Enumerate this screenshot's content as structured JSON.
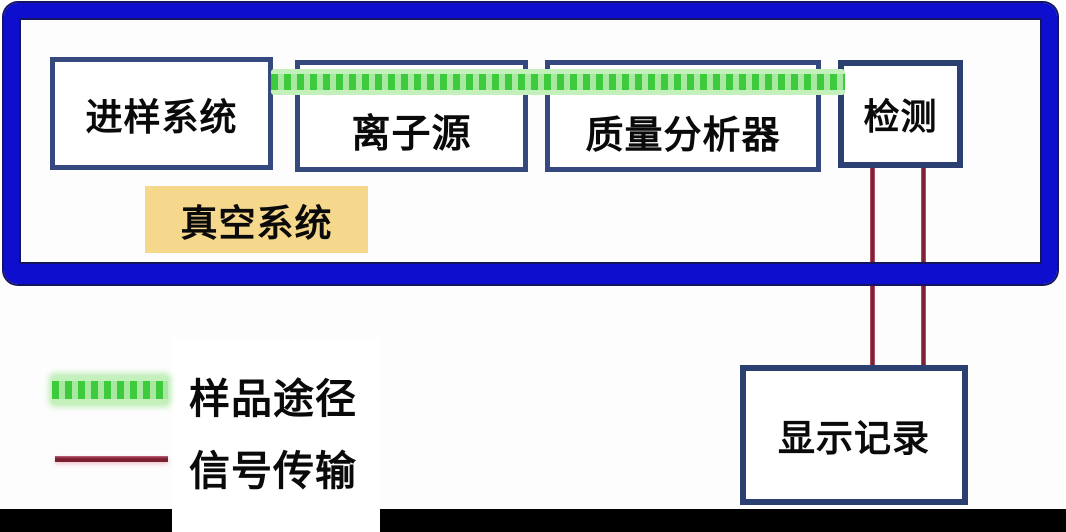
{
  "boxes": {
    "sample_inlet": {
      "label": "进样系统"
    },
    "ion_source": {
      "label": "离子源"
    },
    "mass_analyzer": {
      "label": "质量分析器"
    },
    "detector": {
      "label": "检测"
    },
    "vacuum_system": {
      "label": "真空系统"
    },
    "display_record": {
      "label": "显示记录"
    }
  },
  "legend": {
    "sample_path": {
      "label": "样品途径"
    },
    "signal_transmission": {
      "label": "信号传输"
    }
  },
  "colors": {
    "frame_blue": "#0E0ECE",
    "frame_edge": "#15155F",
    "box_border": "#35497E",
    "box_border_dark": "#2B3F70",
    "vacuum_bg": "#F6D88D",
    "chain_green": "#3DCA3D",
    "chain_green_light": "#A9E8A1",
    "chain_green_halo": "#C3F0BB",
    "signal_red": "#7B2030",
    "signal_red_light": "#C2607A",
    "bottom_bar": "#000000",
    "text": "#0A0A0A"
  }
}
